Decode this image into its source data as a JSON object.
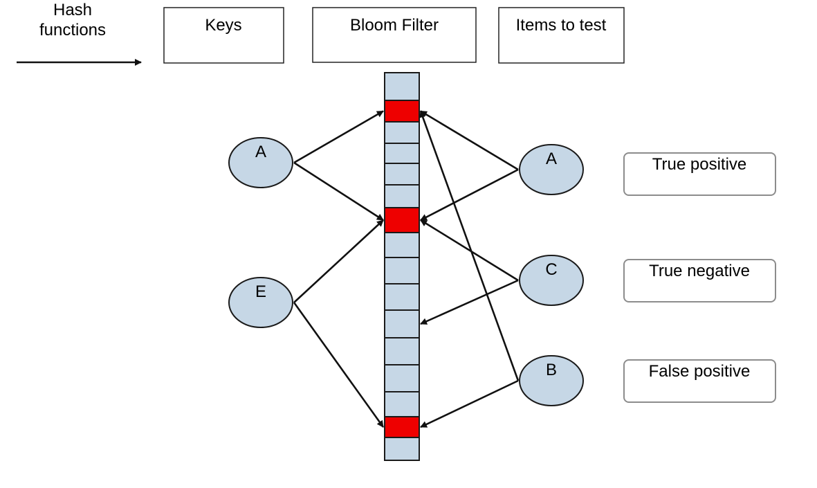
{
  "header": {
    "hash_functions": [
      "Hash",
      "functions"
    ],
    "keys": "Keys",
    "bloom_filter": "Bloom Filter",
    "items_to_test": "Items to test"
  },
  "keys": [
    {
      "label": "A"
    },
    {
      "label": "E"
    }
  ],
  "items": [
    {
      "label": "A",
      "result": "True positive"
    },
    {
      "label": "C",
      "result": "True negative"
    },
    {
      "label": "B",
      "result": "False positive"
    }
  ],
  "filter": {
    "cell_count": 16,
    "set_cells": [
      1,
      6,
      14
    ],
    "colors": {
      "empty": "#c6d7e6",
      "set": "#ee0000"
    }
  },
  "edges": [
    {
      "from": "key-A",
      "to_cell": 1
    },
    {
      "from": "key-A",
      "to_cell": 6
    },
    {
      "from": "key-E",
      "to_cell": 6
    },
    {
      "from": "key-E",
      "to_cell": 14
    },
    {
      "from": "item-A",
      "to_cell": 1
    },
    {
      "from": "item-A",
      "to_cell": 6
    },
    {
      "from": "item-C",
      "to_cell": 6
    },
    {
      "from": "item-C",
      "to_cell": 10
    },
    {
      "from": "item-B",
      "to_cell": 1
    },
    {
      "from": "item-B",
      "to_cell": 14
    }
  ],
  "colors": {
    "node_fill": "#c6d7e6"
  }
}
